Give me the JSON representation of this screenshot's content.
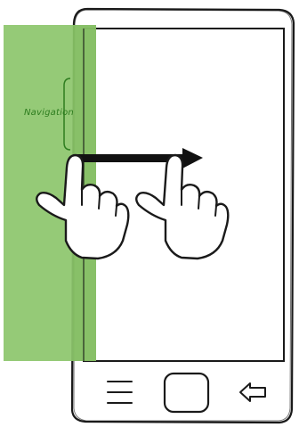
{
  "drawer": {
    "label": "Navigation",
    "fill_color": "#8cc66b",
    "label_color": "#2e7d1f"
  },
  "phone": {
    "outline_color": "#1a1a1a",
    "nav_buttons": [
      {
        "name": "menu-icon",
        "glyph": "hamburger"
      },
      {
        "name": "home-button",
        "glyph": "rounded-square"
      },
      {
        "name": "back-icon",
        "glyph": "left-arrow"
      }
    ]
  },
  "gesture": {
    "description_icon": "swipe-right-arrow",
    "hands": [
      "hand-start-icon",
      "hand-end-icon"
    ],
    "arrow_color": "#111111"
  }
}
